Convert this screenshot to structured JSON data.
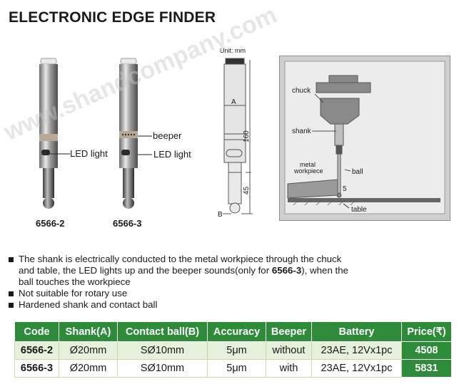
{
  "title": "ELECTRONIC EDGE FINDER",
  "watermark": "www.shandcompany.com",
  "figures": {
    "model_a": {
      "code": "6566-2",
      "led_label": "LED light"
    },
    "model_b": {
      "code": "6566-3",
      "beeper_label": "beeper",
      "led_label": "LED light"
    },
    "dimension_drawing": {
      "unit": "Unit: mm",
      "dim_a": "A",
      "dim_160": "160",
      "dim_45": "45",
      "dim_b": "B"
    },
    "setup_diagram": {
      "chuck": "chuck",
      "shank": "shank",
      "metal_workpiece_1": "metal",
      "metal_workpiece_2": "workpiece",
      "ball": "ball",
      "dim_5": "5",
      "table": "table"
    }
  },
  "bullets": [
    {
      "lines": [
        "The shank is electrically conducted to the metal workpiece through the chuck",
        "and table, the LED lights up and the beeper sounds(only for ",
        "6566-3",
        "), when the",
        "ball touches the workpiece"
      ]
    },
    {
      "text": "Not suitable for rotary use"
    },
    {
      "text": "Hardened shank and contact ball"
    }
  ],
  "table": {
    "headers": [
      "Code",
      "Shank(A)",
      "Contact ball(B)",
      "Accuracy",
      "Beeper",
      "Battery",
      "Price(₹)"
    ],
    "rows": [
      [
        "6566-2",
        "Ø20mm",
        "SØ10mm",
        "5μm",
        "without",
        "23AE, 12Vx1pc",
        "4508"
      ],
      [
        "6566-3",
        "Ø20mm",
        "SØ10mm",
        "5μm",
        "with",
        "23AE, 12Vx1pc",
        "5831"
      ]
    ]
  },
  "colors": {
    "header_green": "#2e8b3a",
    "row_tint": "#e6efd9"
  }
}
